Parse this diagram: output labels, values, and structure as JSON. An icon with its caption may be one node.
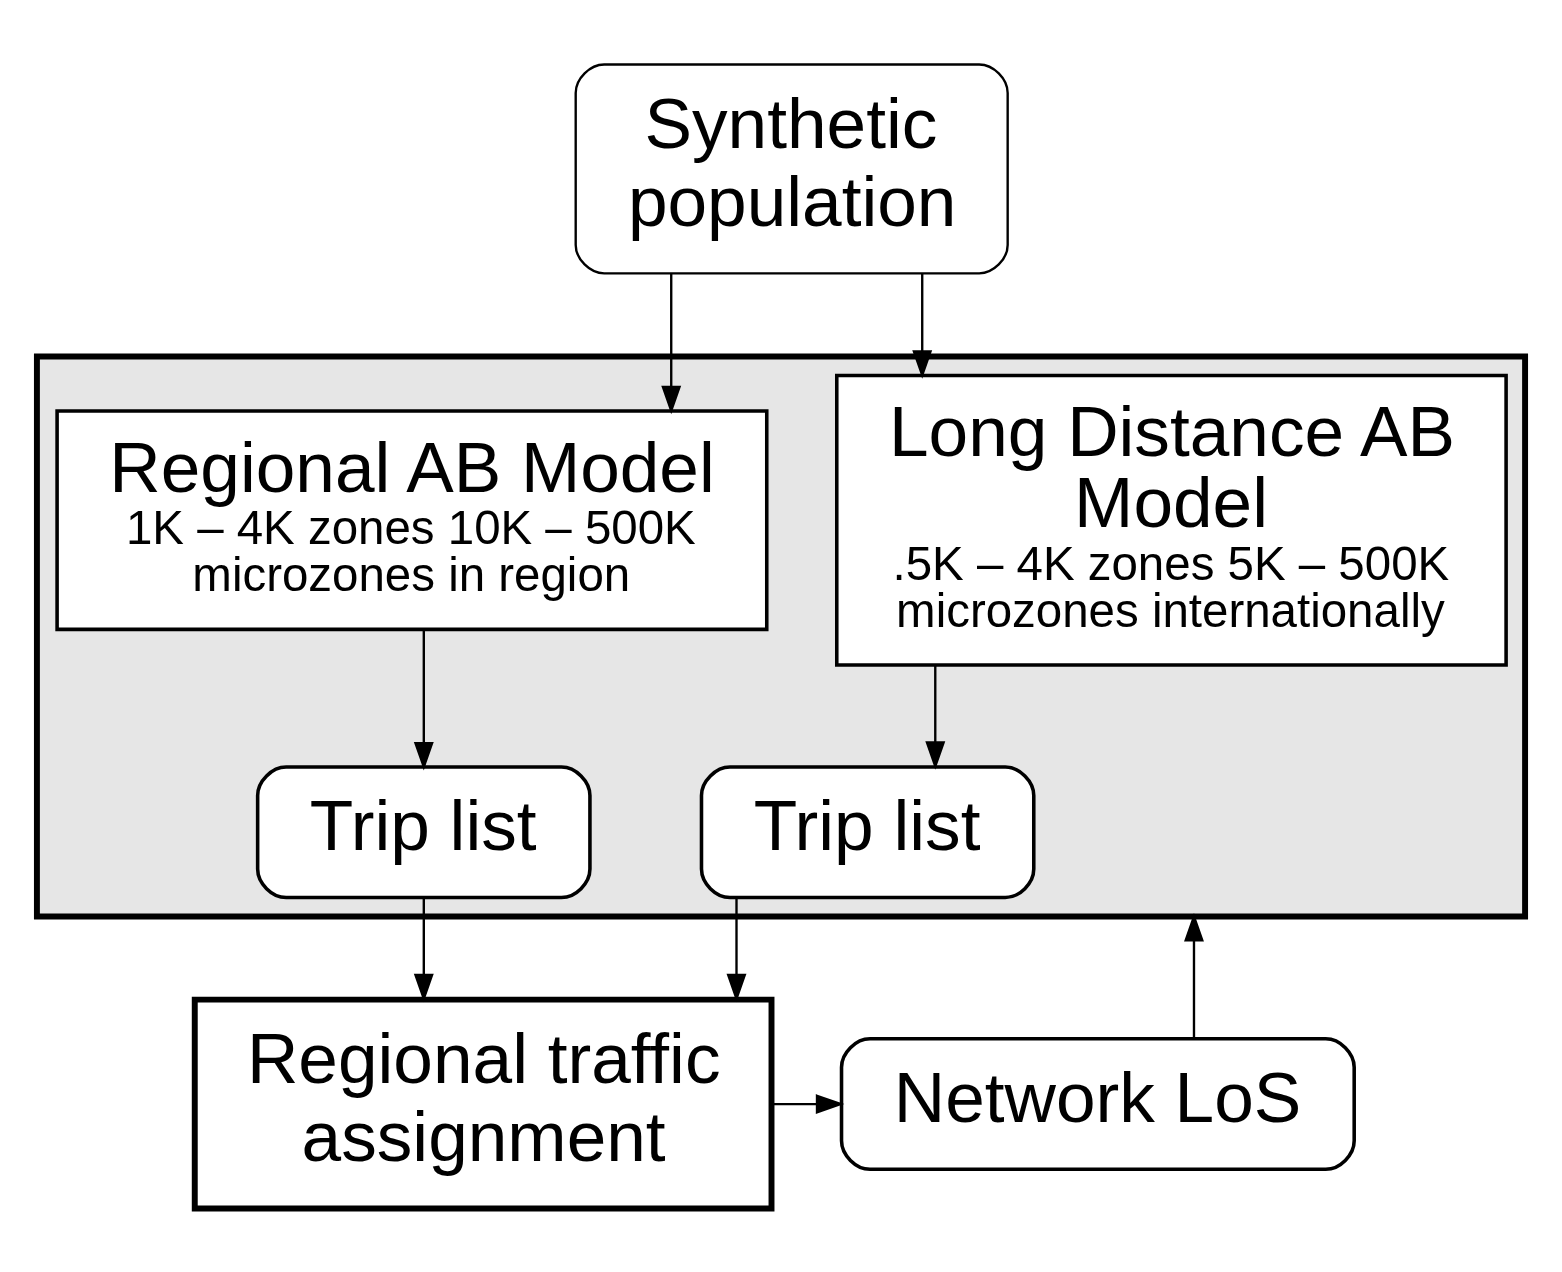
{
  "diagram": {
    "nodes": [
      {
        "text": [
          "Synthetic population"
        ]
      },
      {
        "text": [],
        "shape": "box"
      },
      {
        "text": [
          "Long Distance AB Model",
          ".5K – 4K zones 5K – 500K microzones internationally"
        ],
        "in": 1
      },
      {
        "text": [
          "Regional AB Model",
          "1K – 4K zones 10K – 500K microzones in region"
        ],
        "in": 1
      },
      {
        "text": [
          "Trip list"
        ],
        "in": 1
      },
      {
        "text": [
          "Trip list"
        ],
        "in": 1
      },
      {
        "text": [
          "Regional traffic assignment"
        ]
      },
      {
        "text": [
          "Network LoS"
        ]
      }
    ],
    "edges": [
      {
        "from": 0,
        "to": 2,
        "arrow": "to"
      },
      {
        "from": 0,
        "to": 3,
        "arrow": "to"
      },
      {
        "from": 2,
        "to": 4,
        "arrow": "to"
      },
      {
        "from": 3,
        "to": 5,
        "arrow": "to"
      },
      {
        "from": 4,
        "to": 6,
        "arrow": "to"
      },
      {
        "from": 5,
        "to": 6,
        "arrow": "to"
      },
      {
        "from": 6,
        "to": 7,
        "arrow": "to"
      },
      {
        "from": 7,
        "to": 1,
        "arrow": "to"
      }
    ]
  }
}
